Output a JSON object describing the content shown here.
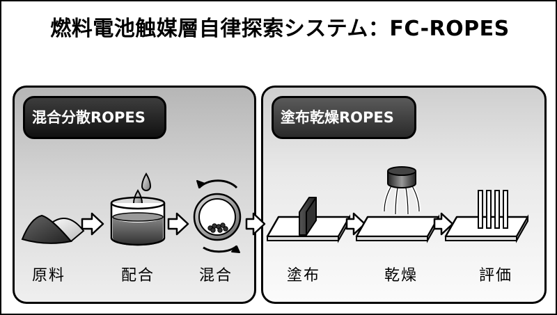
{
  "title": "燃料電池触媒層自律探索システム：FC-ROPES",
  "groups": [
    {
      "name": "混合分散ROPES"
    },
    {
      "name": "塗布乾燥ROPES"
    }
  ],
  "steps": [
    {
      "label": "原料",
      "icon": "powder-icon"
    },
    {
      "label": "配合",
      "icon": "beaker-icon"
    },
    {
      "label": "混合",
      "icon": "mixer-icon"
    },
    {
      "label": "塗布",
      "icon": "coating-blade-icon"
    },
    {
      "label": "乾燥",
      "icon": "dryer-icon"
    },
    {
      "label": "評価",
      "icon": "probe-evaluation-icon"
    }
  ],
  "colors": {
    "dark": "#111111",
    "panel_dark": "#b6b6b6",
    "panel_light": "#e9e9e9"
  }
}
